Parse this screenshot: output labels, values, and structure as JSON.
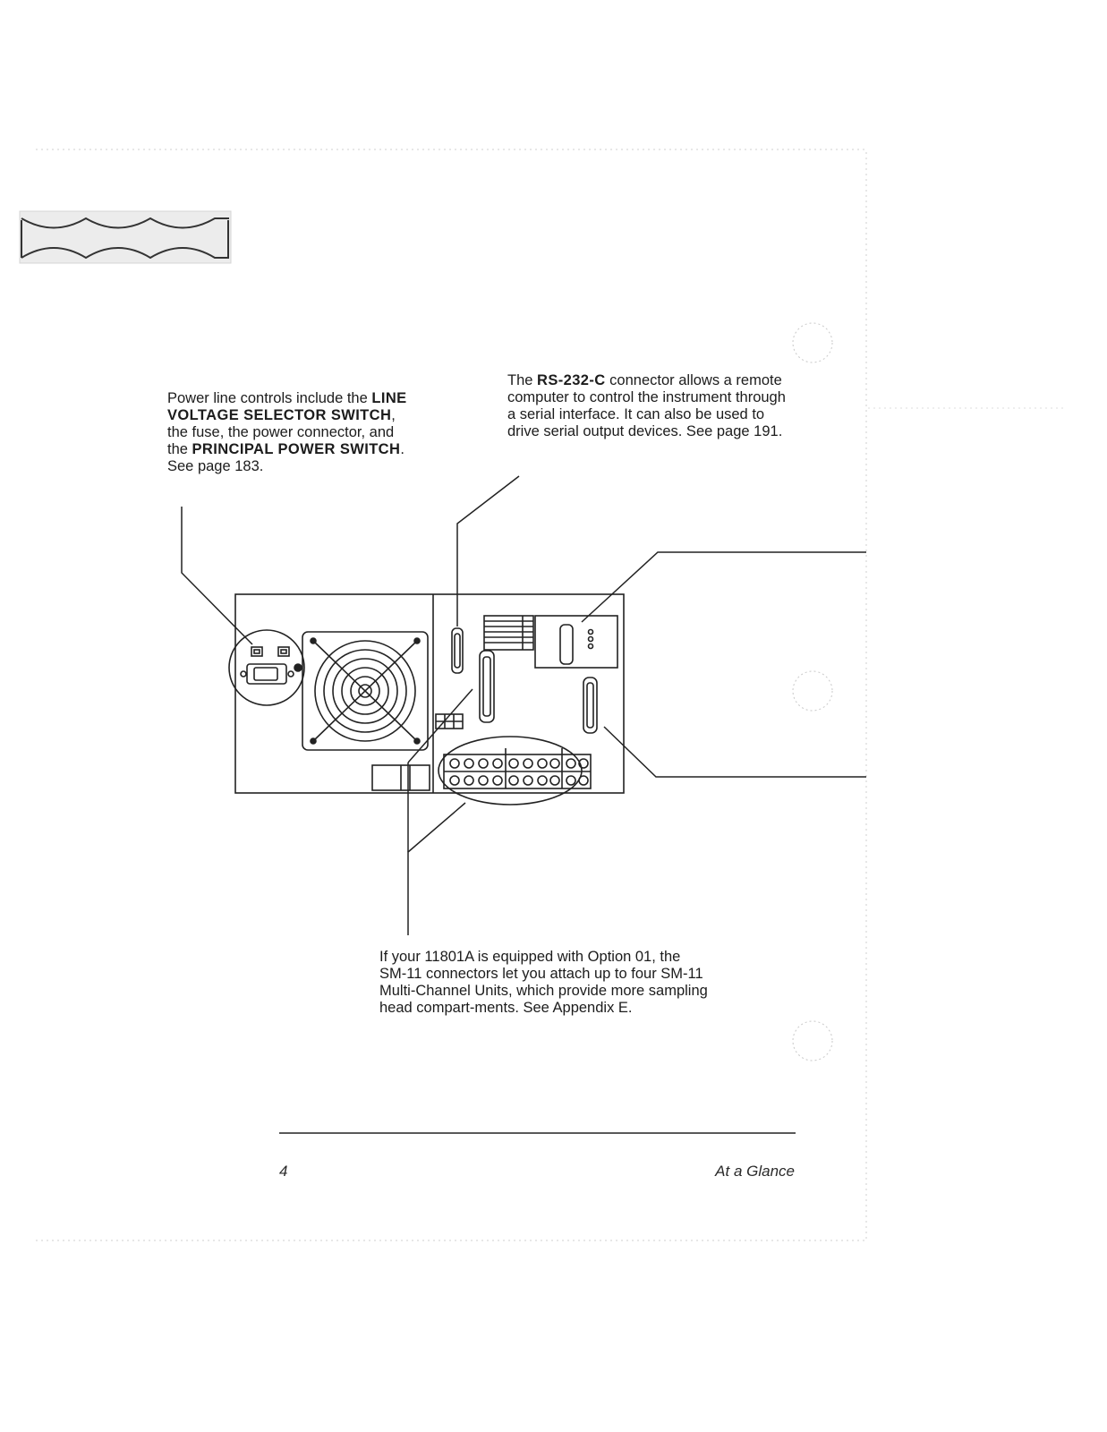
{
  "callouts": {
    "power": {
      "line1": "Power line controls include the",
      "bold1": "LINE VOLTAGE SELECTOR SWITCH",
      "text1": ", the fuse, the power connector, and the ",
      "bold2": "PRINCIPAL POWER SWITCH",
      "text2": ".",
      "see": "See page 183."
    },
    "rs232": {
      "pre": "The ",
      "bold": "RS-232-C",
      "post": " connector allows a remote computer to control the instrument through a serial interface. It can also be used to drive serial output devices. See page 191."
    },
    "sm11": {
      "text": "If your 11801A is equipped with Option 01, the SM-11 connectors let you attach up to four SM-11 Multi-Channel Units, which provide more sampling head compart-ments. See Appendix E."
    }
  },
  "footer": {
    "page_number": "4",
    "section_title": "At a Glance"
  },
  "icons": {
    "tab_marker": "crosshatch-tab-icon",
    "binder_holes": "binder-hole-icon",
    "rear_panel": "rear-panel-illustration"
  }
}
